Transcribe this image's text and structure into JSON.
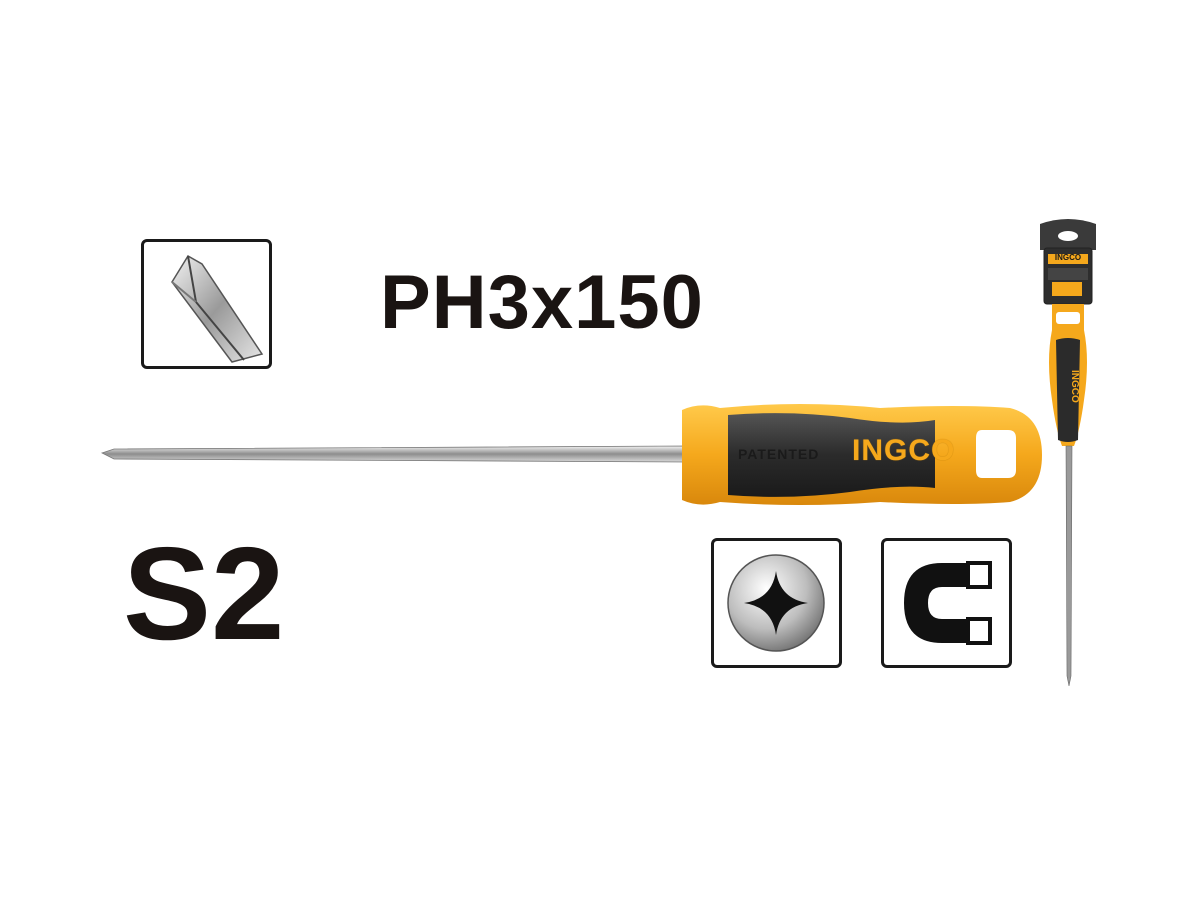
{
  "spec": {
    "size": "PH3x150",
    "steel": "S2"
  },
  "brand": {
    "name": "INGCO",
    "handle_text": "PATENTED"
  },
  "icons": {
    "tip": "phillips-tip-icon",
    "screw_head": "phillips-screw-head-icon",
    "magnet": "magnetic-tip-icon"
  },
  "colors": {
    "brand_yellow": "#f5a81c",
    "handle_black": "#2b2b2b",
    "text": "#1a1412"
  }
}
